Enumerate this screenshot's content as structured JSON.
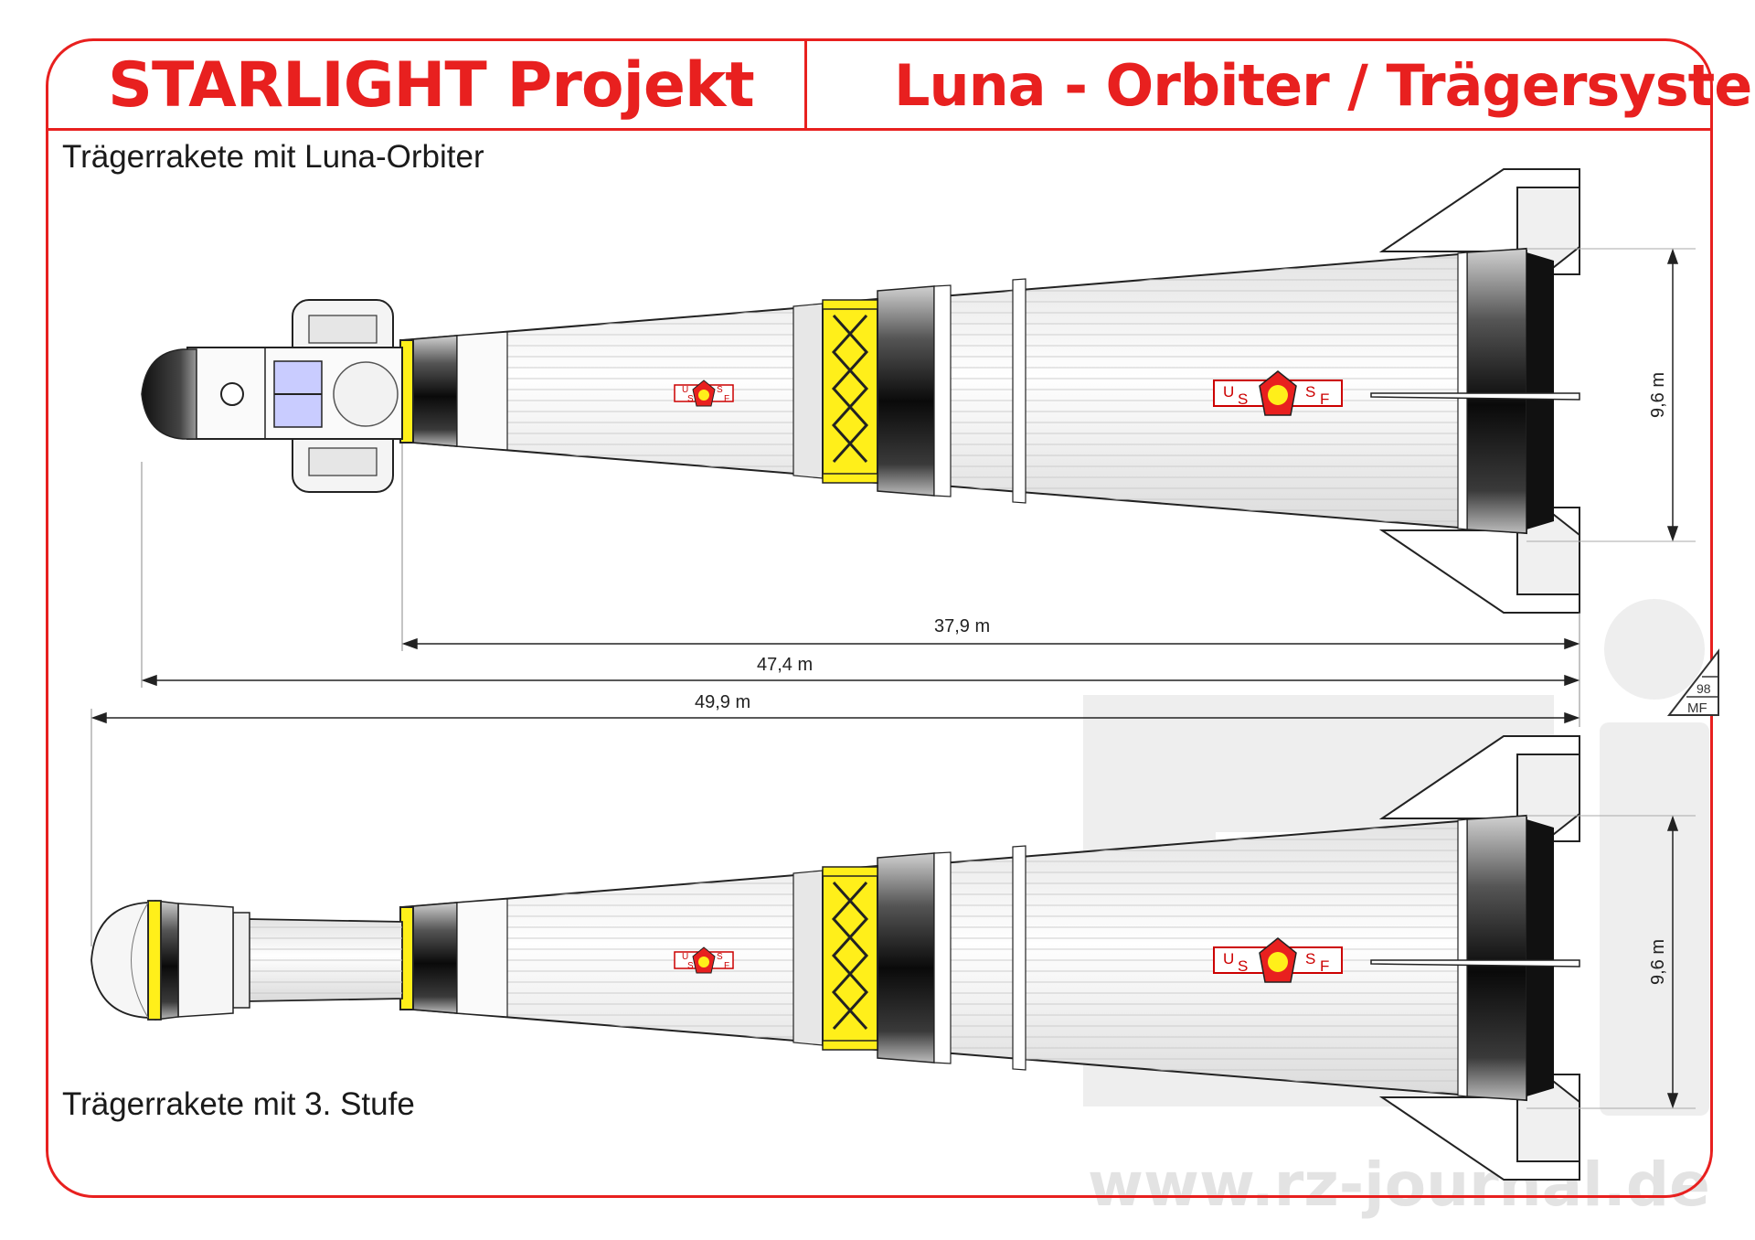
{
  "header": {
    "project_title": "STARLIGHT Projekt",
    "sheet_title": "Luna - Orbiter / Trägersystem"
  },
  "captions": {
    "top": "Trägerrakete mit Luna-Orbiter",
    "bottom": "Trägerrakete mit 3. Stufe"
  },
  "dimensions": {
    "diameter_top": "9,6 m",
    "diameter_bottom": "9,6 m",
    "length_booster": "37,9 m",
    "length_with_orbiter": "47,4  m",
    "length_with_third_stage": "49,9 m"
  },
  "insignia": {
    "letters_left": [
      "U",
      "S"
    ],
    "letters_right": [
      "S",
      "F"
    ]
  },
  "stamp": {
    "number": "98",
    "initials": "MF"
  },
  "watermark": {
    "text": "www.rz-journal.de"
  },
  "colors": {
    "accent_red": "#e8201f",
    "interstage_yellow": "#ffef1a",
    "hull_light": "#f4f4f4",
    "watermark_gray": "#ececec"
  }
}
